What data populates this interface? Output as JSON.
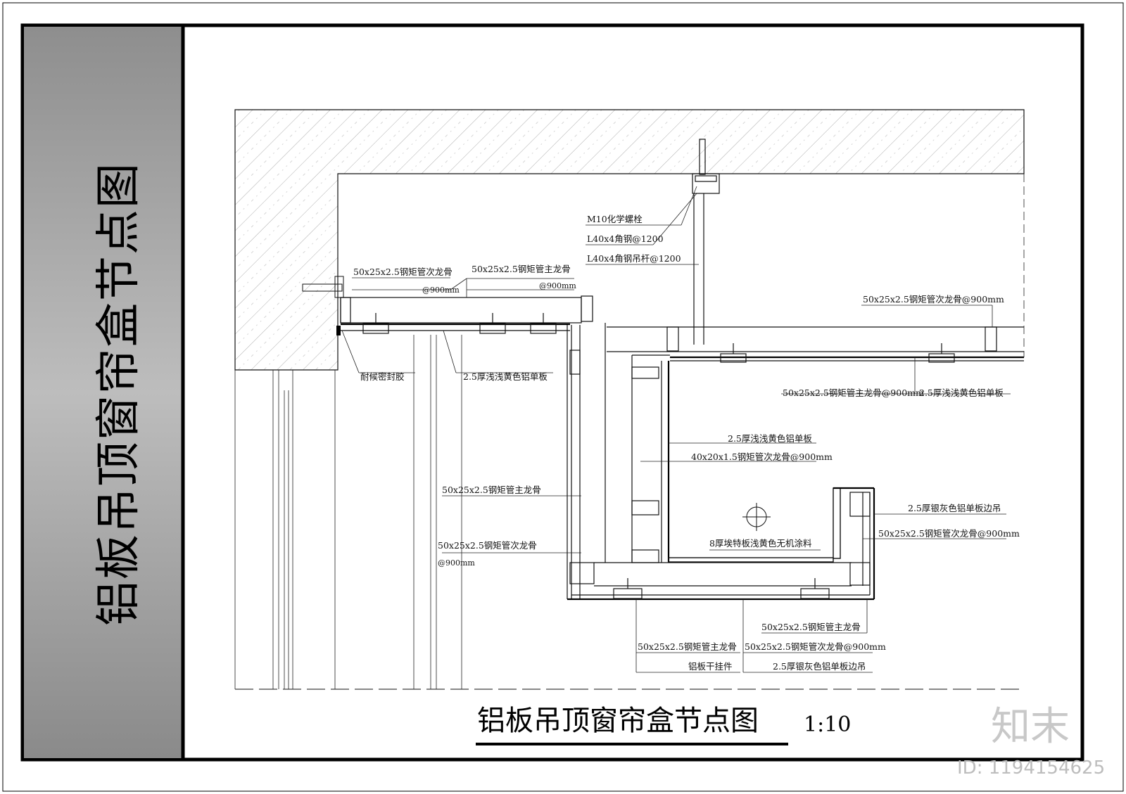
{
  "side_title": "铝板吊顶窗帘盒节点图",
  "main_title": "铝板吊顶窗帘盒节点图",
  "scale": "1:10",
  "watermark": {
    "logo": "知末",
    "id": "ID: 1194154625"
  },
  "labels": {
    "anchor_bolt": "M10化学螺栓",
    "angle_steel": "L40x4角钢@1200",
    "hanger_rod": "L40x4角钢吊杆@1200",
    "sec_keel_left": "50x25x2.5钢矩管次龙骨",
    "sec_keel_left_spacing": "@900mm",
    "main_keel_top": "50x25x2.5钢矩管主龙骨",
    "main_keel_top_spacing": "@900mm",
    "sec_keel_right_top": "50x25x2.5钢矩管次龙骨@900mm",
    "sealant": "耐候密封胶",
    "panel_left": "2.5厚浅浅黄色铝单板",
    "main_keel_right": "50x25x2.5钢矩管主龙骨@900mm",
    "panel_right": "2.5厚浅浅黄色铝单板",
    "panel_inner": "2.5厚浅浅黄色铝单板",
    "sec_keel_inner": "40x20x1.5钢矩管次龙骨@900mm",
    "main_keel_vertical": "50x25x2.5钢矩管主龙骨",
    "sec_keel_vertical": "50x25x2.5钢矩管次龙骨",
    "sec_keel_vertical_spacing": "@900mm",
    "edge_panel_silver": "2.5厚银灰色铝单板边吊",
    "sec_keel_edge": "50x25x2.5钢矩管次龙骨@900mm",
    "board_8mm": "8厚埃特板浅黄色无机涂料",
    "main_keel_bottom_right": "50x25x2.5钢矩管主龙骨",
    "main_keel_bottom_left": "50x25x2.5钢矩管主龙骨",
    "sec_keel_bottom": "50x25x2.5钢矩管次龙骨@900mm",
    "dry_hanger": "铝板干挂件",
    "edge_panel_bottom": "2.5厚银灰色铝单板边吊"
  }
}
